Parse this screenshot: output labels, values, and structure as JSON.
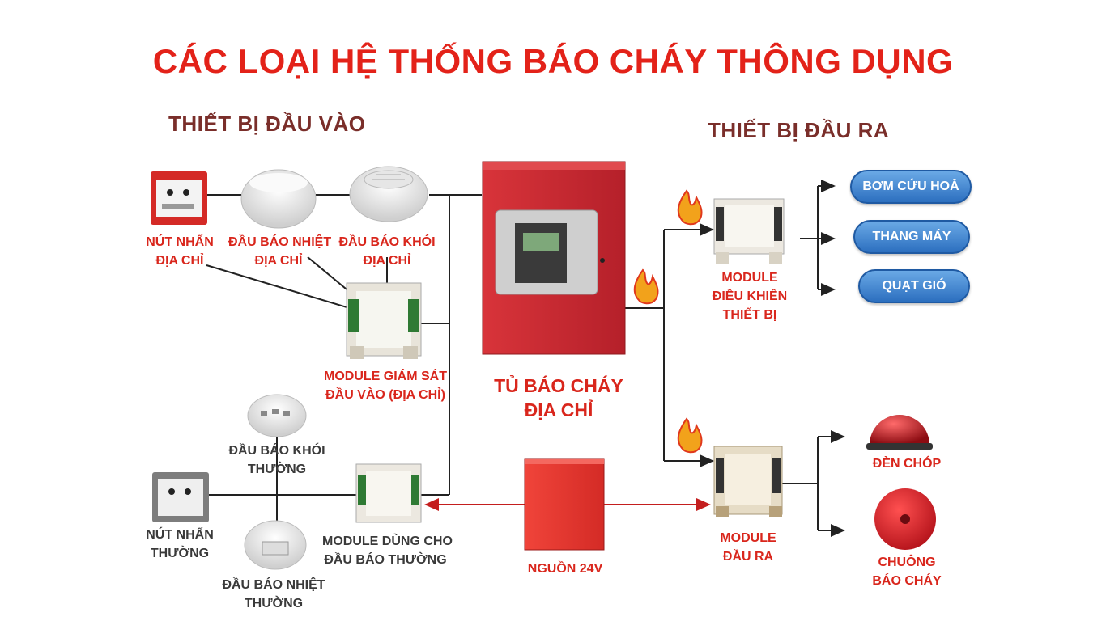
{
  "title": "CÁC LOẠI HỆ THỐNG BÁO CHÁY THÔNG DỤNG",
  "sections": {
    "input": "THIẾT BỊ ĐẦU VÀO",
    "output": "THIẾT BỊ ĐẦU RA"
  },
  "labels": {
    "manual_call_addr": [
      "NÚT NHẤN",
      "ĐỊA CHỈ"
    ],
    "heat_addr": [
      "ĐẦU BÁO NHIỆT",
      "ĐỊA CHỈ"
    ],
    "smoke_addr": [
      "ĐẦU BÁO KHÓI",
      "ĐỊA CHỈ"
    ],
    "monitor_module": [
      "MODULE GIÁM SÁT",
      "ĐẦU VÀO (ĐỊA CHỈ)"
    ],
    "panel": [
      "TỦ BÁO CHÁY",
      "ĐỊA CHỈ"
    ],
    "smoke_conv": [
      "ĐẦU BÁO KHÓI",
      "THƯỜNG"
    ],
    "manual_call_conv": [
      "NÚT NHẤN",
      "THƯỜNG"
    ],
    "heat_conv": [
      "ĐẦU BÁO NHIỆT",
      "THƯỜNG"
    ],
    "conv_module": [
      "MODULE DÙNG CHO",
      "ĐẦU BÁO THƯỜNG"
    ],
    "power": "NGUỒN 24V",
    "control_module": [
      "MODULE",
      "ĐIỀU KHIỂN",
      "THIẾT BỊ"
    ],
    "output_module": [
      "MODULE",
      "ĐẦU RA"
    ],
    "strobe": "ĐÈN CHÓP",
    "bell": [
      "CHUÔNG",
      "BÁO CHÁY"
    ]
  },
  "outputs": {
    "pump": "BƠM CỨU HOẢ",
    "elevator": "THANG MÁY",
    "fan": "QUẠT GIÓ"
  },
  "colors": {
    "title": "#e32219",
    "section": "#7a2e2a",
    "label_red": "#d9261c",
    "panel_red": "#c8262b",
    "pill_blue": "#2c6fbf"
  }
}
